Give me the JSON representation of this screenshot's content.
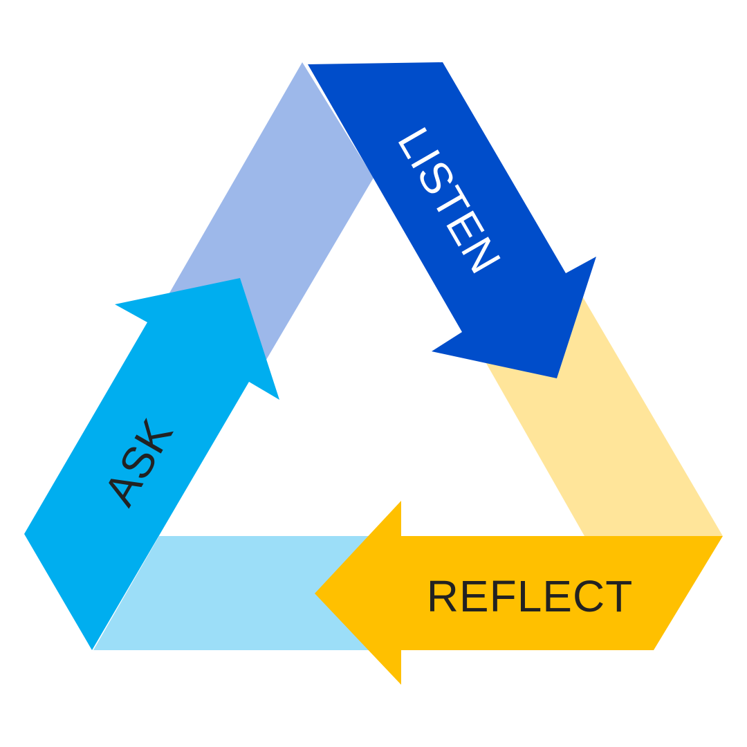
{
  "diagram": {
    "arrows": [
      {
        "label": "ASK",
        "color": "#00AEEF",
        "text_color": "#222222"
      },
      {
        "label": "LISTEN",
        "color": "#004DCA",
        "text_color": "#ffffff"
      },
      {
        "label": "REFLECT",
        "color": "#FFC000",
        "text_color": "#222222"
      }
    ],
    "bands": [
      {
        "color": "#9DB8EA"
      },
      {
        "color": "#FFE59A"
      },
      {
        "color": "#9CDEF8"
      }
    ]
  }
}
